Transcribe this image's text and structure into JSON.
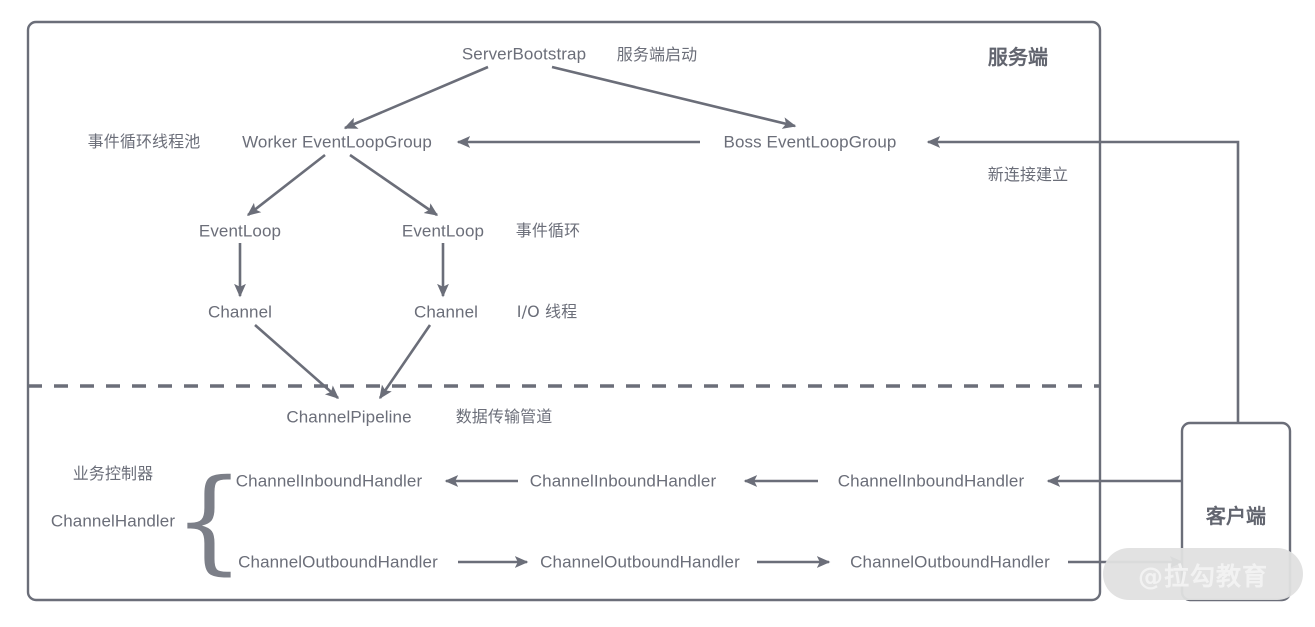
{
  "diagram": {
    "title_note": "Netty server-side threading model diagram",
    "stroke_color": "#6b6e79",
    "text_color": "#6b6e79",
    "background": "#ffffff"
  },
  "server_box": {
    "label": "服务端"
  },
  "client_box": {
    "label": "客户端"
  },
  "nodes": {
    "server_bootstrap": "ServerBootstrap",
    "server_bootstrap_note": "服务端启动",
    "thread_pool_note": "事件循环线程池",
    "worker_group": "Worker EventLoopGroup",
    "boss_group": "Boss EventLoopGroup",
    "new_connection_note": "新连接建立",
    "event_loop_left": "EventLoop",
    "event_loop_right": "EventLoop",
    "event_loop_note": "事件循环",
    "channel_left": "Channel",
    "channel_right": "Channel",
    "io_thread_note": "I/O 线程",
    "channel_pipeline": "ChannelPipeline",
    "channel_pipeline_note": "数据传输管道",
    "business_controller_note": "业务控制器",
    "channel_handler": "ChannelHandler",
    "inbound_1": "ChannelInboundHandler",
    "inbound_2": "ChannelInboundHandler",
    "inbound_3": "ChannelInboundHandler",
    "outbound_1": "ChannelOutboundHandler",
    "outbound_2": "ChannelOutboundHandler",
    "outbound_3": "ChannelOutboundHandler",
    "brace_glyph": "{"
  },
  "watermark": {
    "text": "@拉勾教育"
  }
}
